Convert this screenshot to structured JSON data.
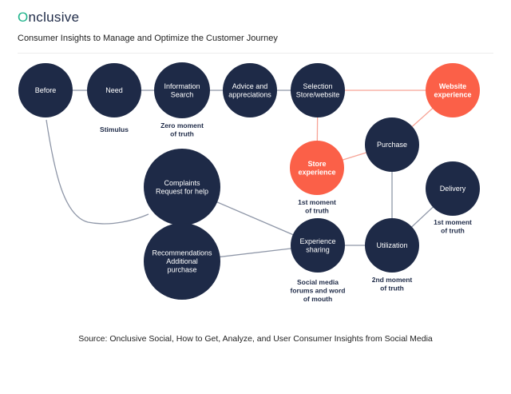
{
  "brand": {
    "logo_first_letter": "O",
    "logo_rest": "nclusive",
    "logo_color": "#1e2a47",
    "logo_accent": "#1db38a"
  },
  "title": "Consumer Insights to Manage and Optimize the Customer Journey",
  "colors": {
    "dark_node": "#1e2a47",
    "highlight_node": "#fb6048",
    "gray_link": "#8f97a8",
    "red_link": "#f7a396"
  },
  "nodes": [
    {
      "id": "before",
      "lines": [
        "Before"
      ],
      "style": "dark"
    },
    {
      "id": "need",
      "lines": [
        "Need"
      ],
      "style": "dark"
    },
    {
      "id": "info",
      "lines": [
        "Information",
        "Search"
      ],
      "style": "dark"
    },
    {
      "id": "advice",
      "lines": [
        "Advice and",
        "appreciations"
      ],
      "style": "dark"
    },
    {
      "id": "selection",
      "lines": [
        "Selection",
        "Store/website"
      ],
      "style": "dark"
    },
    {
      "id": "website",
      "lines": [
        "Website",
        "experience"
      ],
      "style": "highlight"
    },
    {
      "id": "purchase",
      "lines": [
        "Purchase"
      ],
      "style": "dark"
    },
    {
      "id": "store",
      "lines": [
        "Store",
        "experience"
      ],
      "style": "highlight"
    },
    {
      "id": "delivery",
      "lines": [
        "Delivery"
      ],
      "style": "dark"
    },
    {
      "id": "complaints",
      "lines": [
        "Complaints",
        "Request for help"
      ],
      "style": "dark"
    },
    {
      "id": "recommend",
      "lines": [
        "Recommendations",
        "Additional",
        "purchase"
      ],
      "style": "dark"
    },
    {
      "id": "exp_sharing",
      "lines": [
        "Experience",
        "sharing"
      ],
      "style": "dark"
    },
    {
      "id": "utilization",
      "lines": [
        "Utilization"
      ],
      "style": "dark"
    }
  ],
  "captions": [
    {
      "id": "need",
      "lines": [
        "Stimulus"
      ]
    },
    {
      "id": "info",
      "lines": [
        "Zero moment",
        "of truth"
      ]
    },
    {
      "id": "store",
      "lines": [
        "1st moment",
        "of truth"
      ]
    },
    {
      "id": "delivery",
      "lines": [
        "1st moment",
        "of truth"
      ]
    },
    {
      "id": "exp_sharing",
      "lines": [
        "Social media",
        "forums and word",
        "of mouth"
      ]
    },
    {
      "id": "utilization",
      "lines": [
        "2nd moment",
        "of truth"
      ]
    }
  ],
  "edges": [
    {
      "from": "before",
      "to": "need",
      "style": "gray"
    },
    {
      "from": "need",
      "to": "info",
      "style": "gray"
    },
    {
      "from": "info",
      "to": "advice",
      "style": "gray"
    },
    {
      "from": "advice",
      "to": "selection",
      "style": "gray"
    },
    {
      "from": "selection",
      "to": "website",
      "style": "red"
    },
    {
      "from": "selection",
      "to": "store",
      "style": "red"
    },
    {
      "from": "website",
      "to": "purchase",
      "style": "red"
    },
    {
      "from": "store",
      "to": "purchase",
      "style": "red"
    },
    {
      "from": "purchase",
      "to": "utilization",
      "style": "gray"
    },
    {
      "from": "delivery",
      "to": "utilization",
      "style": "gray"
    },
    {
      "from": "utilization",
      "to": "exp_sharing",
      "style": "gray"
    },
    {
      "from": "complaints",
      "to": "exp_sharing",
      "style": "gray"
    },
    {
      "from": "recommend",
      "to": "exp_sharing",
      "style": "gray"
    },
    {
      "from": "before",
      "to": "complaints",
      "style": "gray",
      "curved": true
    }
  ],
  "source": "Source: Onclusive Social, How to Get, Analyze, and User Consumer Insights from Social Media"
}
